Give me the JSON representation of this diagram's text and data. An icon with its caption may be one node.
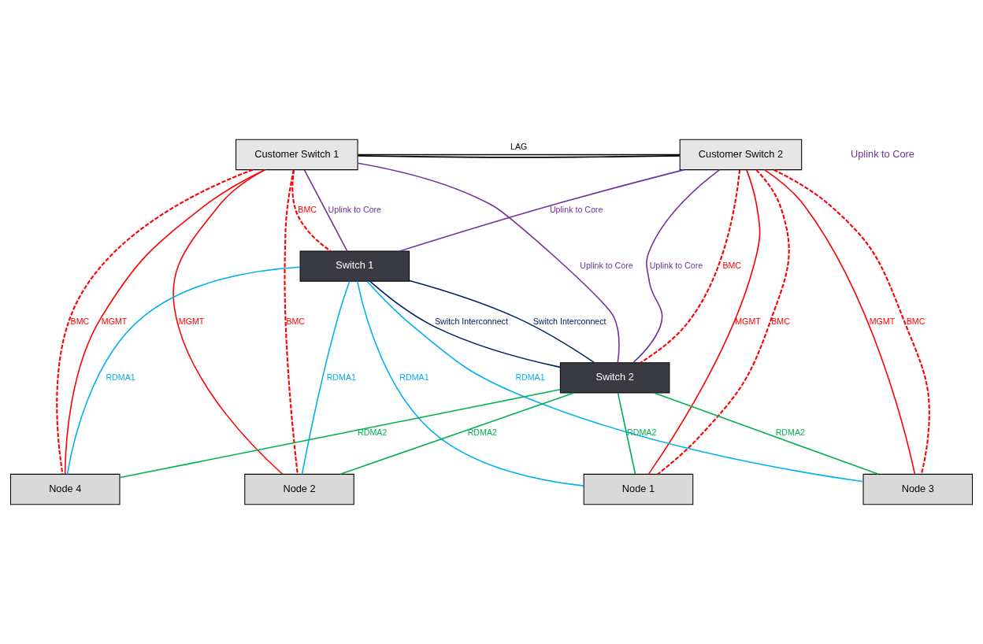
{
  "diagram": {
    "nodes": [
      {
        "text": [
          "Customer Switch 1"
        ]
      },
      {
        "text": [
          "Customer Switch 2"
        ]
      },
      {
        "text": [
          "Switch 1"
        ]
      },
      {
        "text": [
          "Switch 2"
        ]
      },
      {
        "text": [
          "Node 1"
        ]
      },
      {
        "text": [
          "Node 2"
        ]
      },
      {
        "text": [
          "Node 3"
        ]
      },
      {
        "text": [
          "Node 4"
        ]
      }
    ],
    "edges": [
      {
        "from": 0,
        "to": 1,
        "arrow": "none",
        "label": "LAG",
        "color": "#000000"
      },
      {
        "from": 0,
        "to": 1,
        "arrow": "none",
        "color": "#000000"
      },
      {
        "from": 0,
        "to": 2,
        "arrow": "none",
        "label": "Uplink to Core",
        "color": "#7030a0"
      },
      {
        "from": 1,
        "to": 2,
        "arrow": "none",
        "label": "Uplink to Core",
        "color": "#7030a0"
      },
      {
        "from": 1,
        "to": 3,
        "arrow": "none",
        "label": "Uplink to Core",
        "color": "#7030a0"
      },
      {
        "from": 0,
        "to": 3,
        "arrow": "none",
        "label": "Uplink to Core",
        "color": "#7030a0"
      },
      {
        "from": 0,
        "to": 2,
        "arrow": "none",
        "label": "BMC",
        "style": "dashed",
        "color": "#ff0000"
      },
      {
        "from": 1,
        "to": 3,
        "arrow": "none",
        "label": "BMC",
        "style": "dashed",
        "color": "#ff0000"
      },
      {
        "from": 2,
        "to": 3,
        "arrow": "none",
        "label": "Switch Interconnect",
        "color": "#002060"
      },
      {
        "from": 2,
        "to": 3,
        "arrow": "none",
        "label": "Switch Interconnect",
        "color": "#002060"
      },
      {
        "from": 2,
        "to": 4,
        "arrow": "none",
        "label": "RDMA1",
        "color": "#00b0f0"
      },
      {
        "from": 3,
        "to": 4,
        "arrow": "none",
        "label": "RDMA2",
        "color": "#00b050"
      },
      {
        "from": 1,
        "to": 4,
        "arrow": "none",
        "label": "MGMT",
        "color": "#ff0000"
      },
      {
        "from": 1,
        "to": 4,
        "arrow": "none",
        "label": "BMC",
        "style": "dashed",
        "color": "#ff0000"
      },
      {
        "from": 2,
        "to": 5,
        "arrow": "none",
        "label": "RDMA1",
        "color": "#00b0f0"
      },
      {
        "from": 3,
        "to": 5,
        "arrow": "none",
        "label": "RDMA2",
        "color": "#00b050"
      },
      {
        "from": 0,
        "to": 5,
        "arrow": "none",
        "label": "MGMT",
        "color": "#ff0000"
      },
      {
        "from": 0,
        "to": 5,
        "arrow": "none",
        "label": "BMC",
        "style": "dashed",
        "color": "#ff0000"
      },
      {
        "from": 2,
        "to": 6,
        "arrow": "none",
        "label": "RDMA1",
        "color": "#00b0f0"
      },
      {
        "from": 3,
        "to": 6,
        "arrow": "none",
        "label": "RDMA2",
        "color": "#00b050"
      },
      {
        "from": 1,
        "to": 6,
        "arrow": "none",
        "label": "MGMT",
        "color": "#ff0000"
      },
      {
        "from": 1,
        "to": 6,
        "arrow": "none",
        "label": "BMC",
        "style": "dashed",
        "color": "#ff0000"
      },
      {
        "from": 2,
        "to": 7,
        "arrow": "none",
        "label": "RDMA1",
        "color": "#00b0f0"
      },
      {
        "from": 3,
        "to": 7,
        "arrow": "none",
        "label": "RDMA2",
        "color": "#00b050"
      },
      {
        "from": 0,
        "to": 7,
        "arrow": "none",
        "label": "MGMT",
        "color": "#ff0000"
      },
      {
        "from": 0,
        "to": 7,
        "arrow": "none",
        "label": "BMC",
        "style": "dashed",
        "color": "#ff0000"
      }
    ],
    "labels": [
      "Uplink to Core"
    ]
  }
}
